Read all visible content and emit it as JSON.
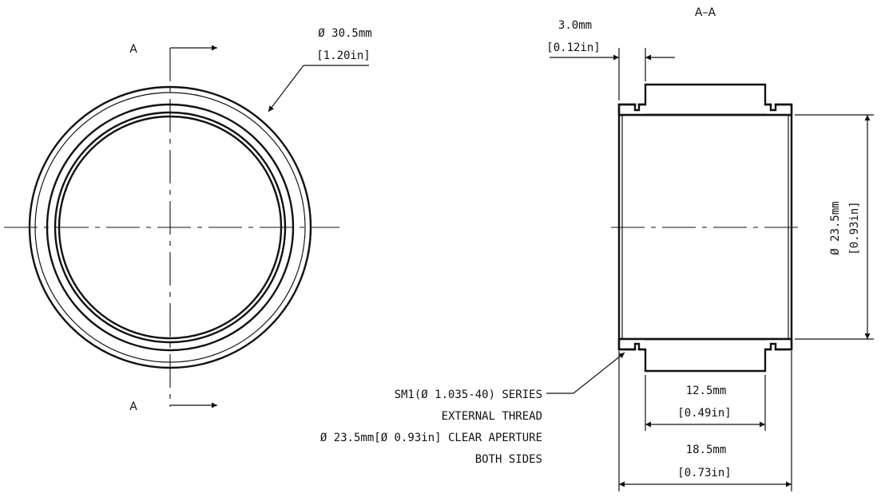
{
  "section_marks": {
    "cut": "A",
    "title": "A–A"
  },
  "dimensions": {
    "outer_diameter": {
      "mm": "Ø 30.5mm",
      "in": "[1.20in]"
    },
    "flange": {
      "mm": "3.0mm",
      "in": "[0.12in]"
    },
    "bore": {
      "mm": "Ø 23.5mm",
      "in": "[0.93in]"
    },
    "body_length": {
      "mm": "12.5mm",
      "in": "[0.49in]"
    },
    "overall_length": {
      "mm": "18.5mm",
      "in": "[0.73in]"
    }
  },
  "callout": {
    "line1": "SM1(Ø 1.035-40) SERIES",
    "line2": "EXTERNAL THREAD",
    "line3": "Ø 23.5mm[Ø 0.93in] CLEAR APERTURE",
    "line4": "BOTH SIDES"
  }
}
